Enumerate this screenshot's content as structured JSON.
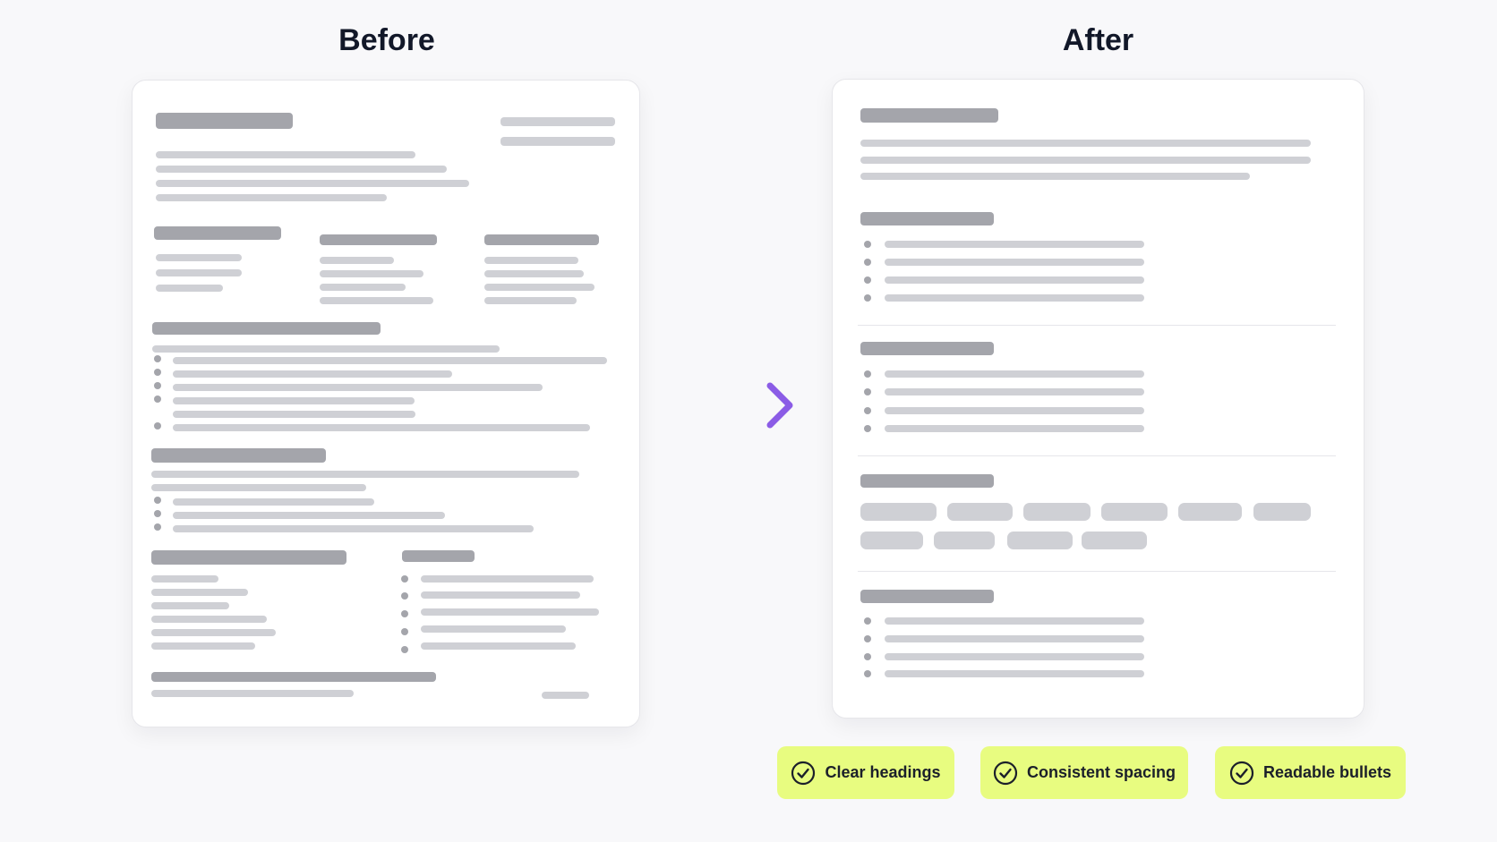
{
  "titles": {
    "before": "Before",
    "after": "After"
  },
  "badges": [
    {
      "label": "Clear headings",
      "icon": "check-circle-icon"
    },
    {
      "label": "Consistent spacing",
      "icon": "check-circle-icon"
    },
    {
      "label": "Readable bullets",
      "icon": "check-circle-icon"
    }
  ],
  "colors": {
    "background": "#f8f8fa",
    "heading_placeholder": "#a4a5ab",
    "text_placeholder": "#cfd0d5",
    "bullet": "#a4a5ab",
    "divider": "#e6e6ea",
    "arrow_start": "#5b50e0",
    "arrow_end": "#8b5ce6",
    "badge_bg": "#e8fc80",
    "badge_text": "#1b1f2a"
  }
}
